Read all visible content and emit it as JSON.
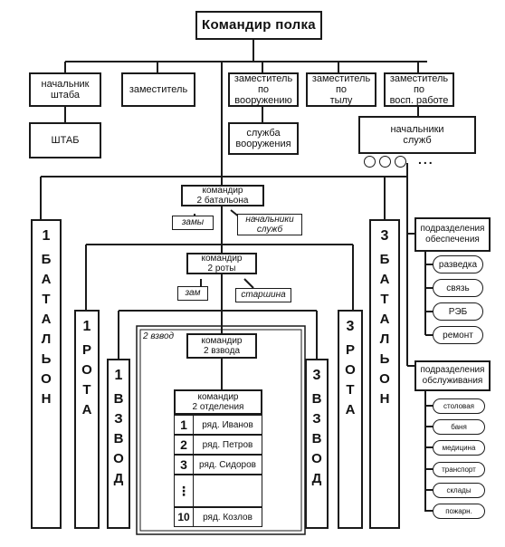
{
  "commander": "Командир полка",
  "top_row": {
    "chief_staff": "начальник\nштаба",
    "deputy": "заместитель",
    "deputy_armament": "заместитель\nпо\nвооружению",
    "deputy_rear": "заместитель\nпо\nтылу",
    "deputy_edu": "заместитель\nпо\nвосп. работе"
  },
  "second_row": {
    "staff": "ШТАБ",
    "armament_service": "служба\nвооружения",
    "service_chiefs": "начальники\nслужб",
    "more": "..."
  },
  "battalion": {
    "commander": "командир\n2 батальона",
    "deputies": "замы",
    "chiefs": "начальники\nслужб",
    "left_num": "1",
    "right_num": "3",
    "word": [
      "Б",
      "А",
      "Т",
      "А",
      "Л",
      "Ь",
      "О",
      "Н"
    ]
  },
  "company": {
    "commander": "командир\n2 роты",
    "deputy": "зам",
    "sergeant": "старшина",
    "left_num": "1",
    "right_num": "3",
    "word": [
      "Р",
      "О",
      "Т",
      "А"
    ]
  },
  "platoon": {
    "label": "2 взвод",
    "commander": "командир\n2 взвода",
    "left_num": "1",
    "right_num": "3",
    "word": [
      "В",
      "З",
      "В",
      "О",
      "Д"
    ]
  },
  "squad": {
    "commander": "командир\n2 отделения",
    "rows": [
      {
        "num": "1",
        "name": "ряд. Иванов"
      },
      {
        "num": "2",
        "name": "ряд. Петров"
      },
      {
        "num": "3",
        "name": "ряд. Сидоров"
      },
      {
        "num": "⋮",
        "name": ""
      },
      {
        "num": "10",
        "name": "ряд. Козлов"
      }
    ]
  },
  "support": {
    "title": "подразделения\nобеспечения",
    "items": [
      "разведка",
      "связь",
      "РЭБ",
      "ремонт"
    ]
  },
  "service": {
    "title": "подразделения\nобслуживания",
    "items": [
      "столовая",
      "баня",
      "медицина",
      "транспорт",
      "склады",
      "пожарн."
    ]
  }
}
